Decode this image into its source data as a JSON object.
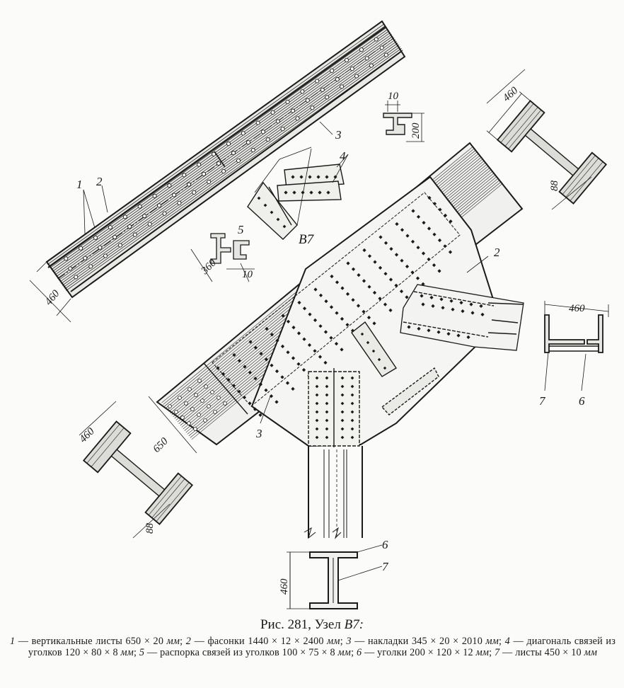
{
  "figure": {
    "caption_prefix": "Рис. 281, Узел ",
    "caption_node": "B7:",
    "legend": [
      {
        "num": "1",
        "text": " — вертикальные листы 650 × 20 ",
        "unit": "мм",
        "sep": "; "
      },
      {
        "num": "2",
        "text": " — фасонки 1440 × 12 × 2400 ",
        "unit": "мм",
        "sep": "; "
      },
      {
        "num": "3",
        "text": " — накладки 345 × 20 × 2010 ",
        "unit": "мм",
        "sep": "; "
      },
      {
        "num": "4",
        "text": " — диагональ связей из уголков 120 × 80 × 8 ",
        "unit": "мм",
        "sep": "; "
      },
      {
        "num": "5",
        "text": " — распорка связей из уголков 100 × 75 × 8 ",
        "unit": "мм",
        "sep": "; "
      },
      {
        "num": "6",
        "text": " — уголки 200 × 120 × 12 ",
        "unit": "мм",
        "sep": "; "
      },
      {
        "num": "7",
        "text": " — листы 450 × 10 ",
        "unit": "мм",
        "sep": ""
      }
    ]
  },
  "labels": {
    "node": "B7",
    "n1": "1",
    "n2a": "2",
    "n2b": "2",
    "n3a": "3",
    "n3b": "3",
    "n4": "4",
    "n5": "5",
    "n6a": "6",
    "n6b": "6",
    "n7a": "7",
    "n7b": "7"
  },
  "dimensions": {
    "d460_top": "460",
    "d460_left": "460",
    "d460_right": "460",
    "d460_bottom_left": "460",
    "d460_bottom": "460",
    "d88_top": "88",
    "d88_bottom": "88",
    "d650": "650",
    "d10_top": "10",
    "d200": "200",
    "d360": "360",
    "d10_mid": "10"
  }
}
